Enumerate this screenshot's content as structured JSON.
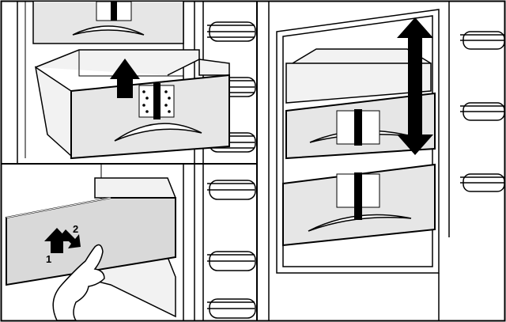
{
  "panels": {
    "top_left": {
      "step": "remove-drawer"
    },
    "bottom_left": {
      "step": "remove-glass-shelf",
      "labels": {
        "step1": "1",
        "step2": "2"
      }
    },
    "right": {
      "step": "adjust-drawers"
    }
  },
  "colors": {
    "line": "#000000",
    "background": "#ffffff",
    "drawer_front": "#e6e6e6",
    "shelf_glass": "#d9d9d9",
    "inner_shade": "#f2f2f2"
  },
  "icons": [
    "up-arrow-icon",
    "up-down-arrow-icon",
    "hand-icon",
    "food-symbol-label-icon"
  ]
}
